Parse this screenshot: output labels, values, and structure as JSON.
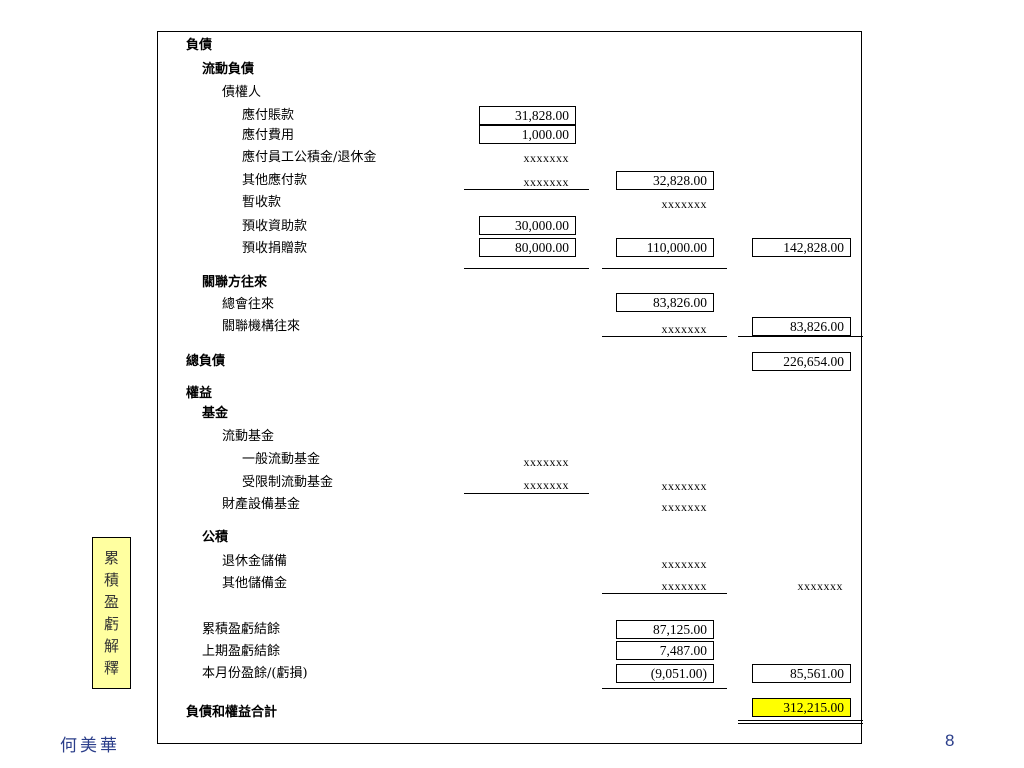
{
  "author": "何美華",
  "page_number": "8",
  "side_note": [
    "累",
    "積",
    "盈",
    "虧",
    "解",
    "釋"
  ],
  "liabilities": {
    "title": "負債",
    "current": {
      "title": "流動負債",
      "creditors": "債權人",
      "accounts_payable": {
        "label": "應付賬款",
        "value": "31,828.00"
      },
      "expenses_payable": {
        "label": "應付費用",
        "value": "1,000.00"
      },
      "staff_fund": {
        "label": "應付員工公積金/退休金",
        "value": "xxxxxxx"
      },
      "other_payable": {
        "label": "其他應付款",
        "value": "xxxxxxx",
        "subtotal": "32,828.00"
      },
      "temp_receipts": {
        "label": "暫收款",
        "value": "xxxxxxx"
      },
      "prepaid_grant": {
        "label": "預收資助款",
        "value": "30,000.00"
      },
      "prepaid_donation": {
        "label": "預收捐贈款",
        "value": "80,000.00",
        "subtotal": "110,000.00",
        "total": "142,828.00"
      }
    },
    "related": {
      "title": "關聯方往來",
      "head_office": {
        "label": "總會往來",
        "value": "83,826.00"
      },
      "related_orgs": {
        "label": "關聯機構往來",
        "value": "xxxxxxx",
        "total": "83,826.00"
      }
    },
    "total": {
      "label": "總負債",
      "value": "226,654.00"
    }
  },
  "equity": {
    "title": "權益",
    "fund": {
      "title": "基金",
      "current_fund": "流動基金",
      "general": {
        "label": "一般流動基金",
        "value": "xxxxxxx"
      },
      "restricted": {
        "label": "受限制流動基金",
        "value": "xxxxxxx",
        "subtotal": "xxxxxxx"
      },
      "equipment": {
        "label": "財產設備基金",
        "value": "xxxxxxx"
      }
    },
    "reserve": {
      "title": "公積",
      "retirement": {
        "label": "退休金儲備",
        "value": "xxxxxxx"
      },
      "other": {
        "label": "其他儲備金",
        "value": "xxxxxxx",
        "total": "xxxxxxx"
      }
    },
    "accumulated": {
      "label": "累積盈虧結餘",
      "value": "87,125.00"
    },
    "prior": {
      "label": "上期盈虧結餘",
      "value": "7,487.00"
    },
    "current_month": {
      "label": "本月份盈餘/(虧損)",
      "value": "(9,051.00)",
      "total": "85,561.00"
    }
  },
  "grand_total": {
    "label": "負債和權益合計",
    "value": "312,215.00"
  }
}
